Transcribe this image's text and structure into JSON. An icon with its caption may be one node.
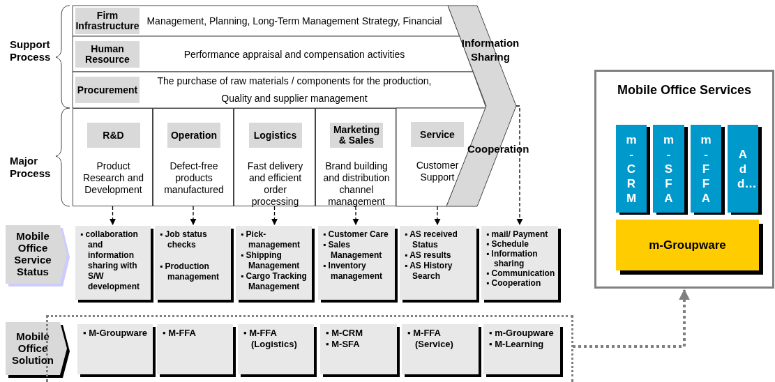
{
  "diagram": {
    "nodes": [
      {
        "text": [
          "Firm Infrastructure",
          "Management, Planning, Long-Term Management Strategy, Financial"
        ]
      },
      {
        "text": [
          "Human Resource",
          "Performance appraisal and compensation activities"
        ]
      },
      {
        "text": [
          "Procurement",
          "The purchase of raw materials / components for the production, Quality and supplier management"
        ]
      },
      {
        "text": [
          "R&D",
          "Product Research and Development"
        ]
      },
      {
        "text": [
          "Operation",
          "Defect-free products manufactured"
        ]
      },
      {
        "text": [
          "Logistics",
          "Fast delivery and efficient order processing"
        ]
      },
      {
        "text": [
          "Marketing & Sales",
          "Brand building and distribution channel management"
        ]
      },
      {
        "text": [
          "Service",
          "Customer Support"
        ]
      },
      {
        "text": [
          "Information Sharing",
          "Cooperation"
        ]
      },
      {
        "text": [
          "Mobile Office Service Status"
        ]
      },
      {
        "text": [
          "▪ collaboration and information sharing with S/W development"
        ]
      },
      {
        "text": [
          "▪ Job status checks",
          "▪ Production management"
        ]
      },
      {
        "text": [
          "▪ Pick-management",
          "▪ Shipping Management",
          "▪ Cargo Tracking Management"
        ]
      },
      {
        "text": [
          "▪ Customer Care",
          "▪ Sales Management",
          "▪ Inventory management"
        ]
      },
      {
        "text": [
          "▪ AS received Status",
          "▪ AS results",
          "▪ AS History Search"
        ]
      },
      {
        "text": [
          "▪ mail/ Payment",
          "▪ Schedule",
          "▪ Information sharing",
          "▪ Communication",
          "▪ Cooperation"
        ]
      },
      {
        "text": [
          "Mobile Office Solution"
        ]
      },
      {
        "text": [],
        "shape": "box"
      },
      {
        "text": [
          "▪ M-Groupware"
        ],
        "in": 17
      },
      {
        "text": [
          "▪ M-FFA"
        ],
        "in": 17
      },
      {
        "text": [
          "▪ M-FFA (Logistics)"
        ],
        "in": 17
      },
      {
        "text": [
          "▪ M-CRM",
          "▪ M-SFA"
        ],
        "in": 17
      },
      {
        "text": [
          "▪ M-FFA (Service)"
        ],
        "in": 17
      },
      {
        "text": [
          "▪ m-Groupware",
          "▪ M-Learning"
        ],
        "in": 17
      },
      {
        "text": [
          "Mobile Office Services"
        ]
      },
      {
        "text": [
          "m-CRM"
        ],
        "in": 24
      },
      {
        "text": [
          "m-SFA"
        ],
        "in": 24
      },
      {
        "text": [
          "m-FFA"
        ],
        "in": 24
      },
      {
        "text": [
          "Add…"
        ],
        "in": 24
      },
      {
        "text": [
          "m-Groupware"
        ],
        "in": 24
      }
    ],
    "edges": [
      {
        "from": 3,
        "to": 10,
        "arrow": "to",
        "style": "dashed"
      },
      {
        "from": 4,
        "to": 11,
        "arrow": "to",
        "style": "dashed"
      },
      {
        "from": 5,
        "to": 12,
        "arrow": "to",
        "style": "dashed"
      },
      {
        "from": 6,
        "to": 13,
        "arrow": "to",
        "style": "dashed"
      },
      {
        "from": 7,
        "to": 14,
        "arrow": "to",
        "style": "dashed"
      },
      {
        "from": 8,
        "to": 15,
        "arrow": "to",
        "style": "dashed"
      },
      {
        "from": 17,
        "to": 24,
        "arrow": "to",
        "style": "dashed",
        "color": "#808080"
      }
    ],
    "labels": [
      "Support Process",
      "Major Process"
    ]
  }
}
